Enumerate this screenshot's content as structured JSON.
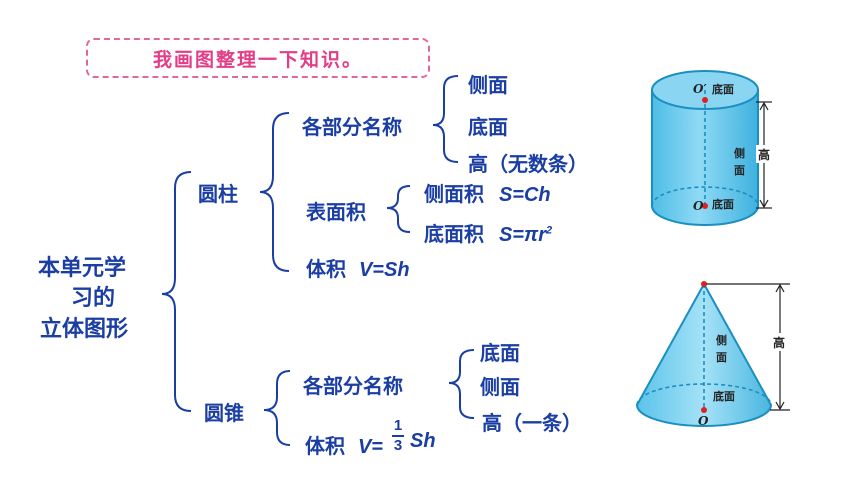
{
  "banner": "我画图整理一下知识。",
  "root": {
    "line1": "本单元学",
    "line2": "习的",
    "line3": "立体图形"
  },
  "cylinder": {
    "label": "圆柱",
    "parts": {
      "label": "各部分名称",
      "items": [
        "侧面",
        "底面",
        "高（无数条）"
      ]
    },
    "surface": {
      "label": "表面积",
      "lateral": {
        "label": "侧面积",
        "formula": "S=Ch"
      },
      "base": {
        "label": "底面积",
        "formula_main": "S=πr",
        "formula_sup": "2"
      }
    },
    "volume": {
      "label": "体积",
      "formula": "V=Sh"
    }
  },
  "cone": {
    "label": "圆锥",
    "parts": {
      "label": "各部分名称",
      "items": [
        "底面",
        "侧面",
        "高（一条）"
      ]
    },
    "volume": {
      "label": "体积",
      "formula_pre": "V=",
      "frac_num": "1",
      "frac_den": "3",
      "formula_post": "Sh"
    }
  },
  "cylinder_figure": {
    "top_center": "O′",
    "top_base": "底面",
    "side_line1": "侧",
    "side_line2": "面",
    "height": "高",
    "bottom_center": "O",
    "bottom_base": "底面"
  },
  "cone_figure": {
    "side_line1": "侧",
    "side_line2": "面",
    "height": "高",
    "base": "底面",
    "center": "O"
  },
  "colors": {
    "text": "#1a3ea3",
    "banner": "#e23d86",
    "solid_fill": "#62c6ec",
    "solid_stroke": "#1b8fc0"
  }
}
